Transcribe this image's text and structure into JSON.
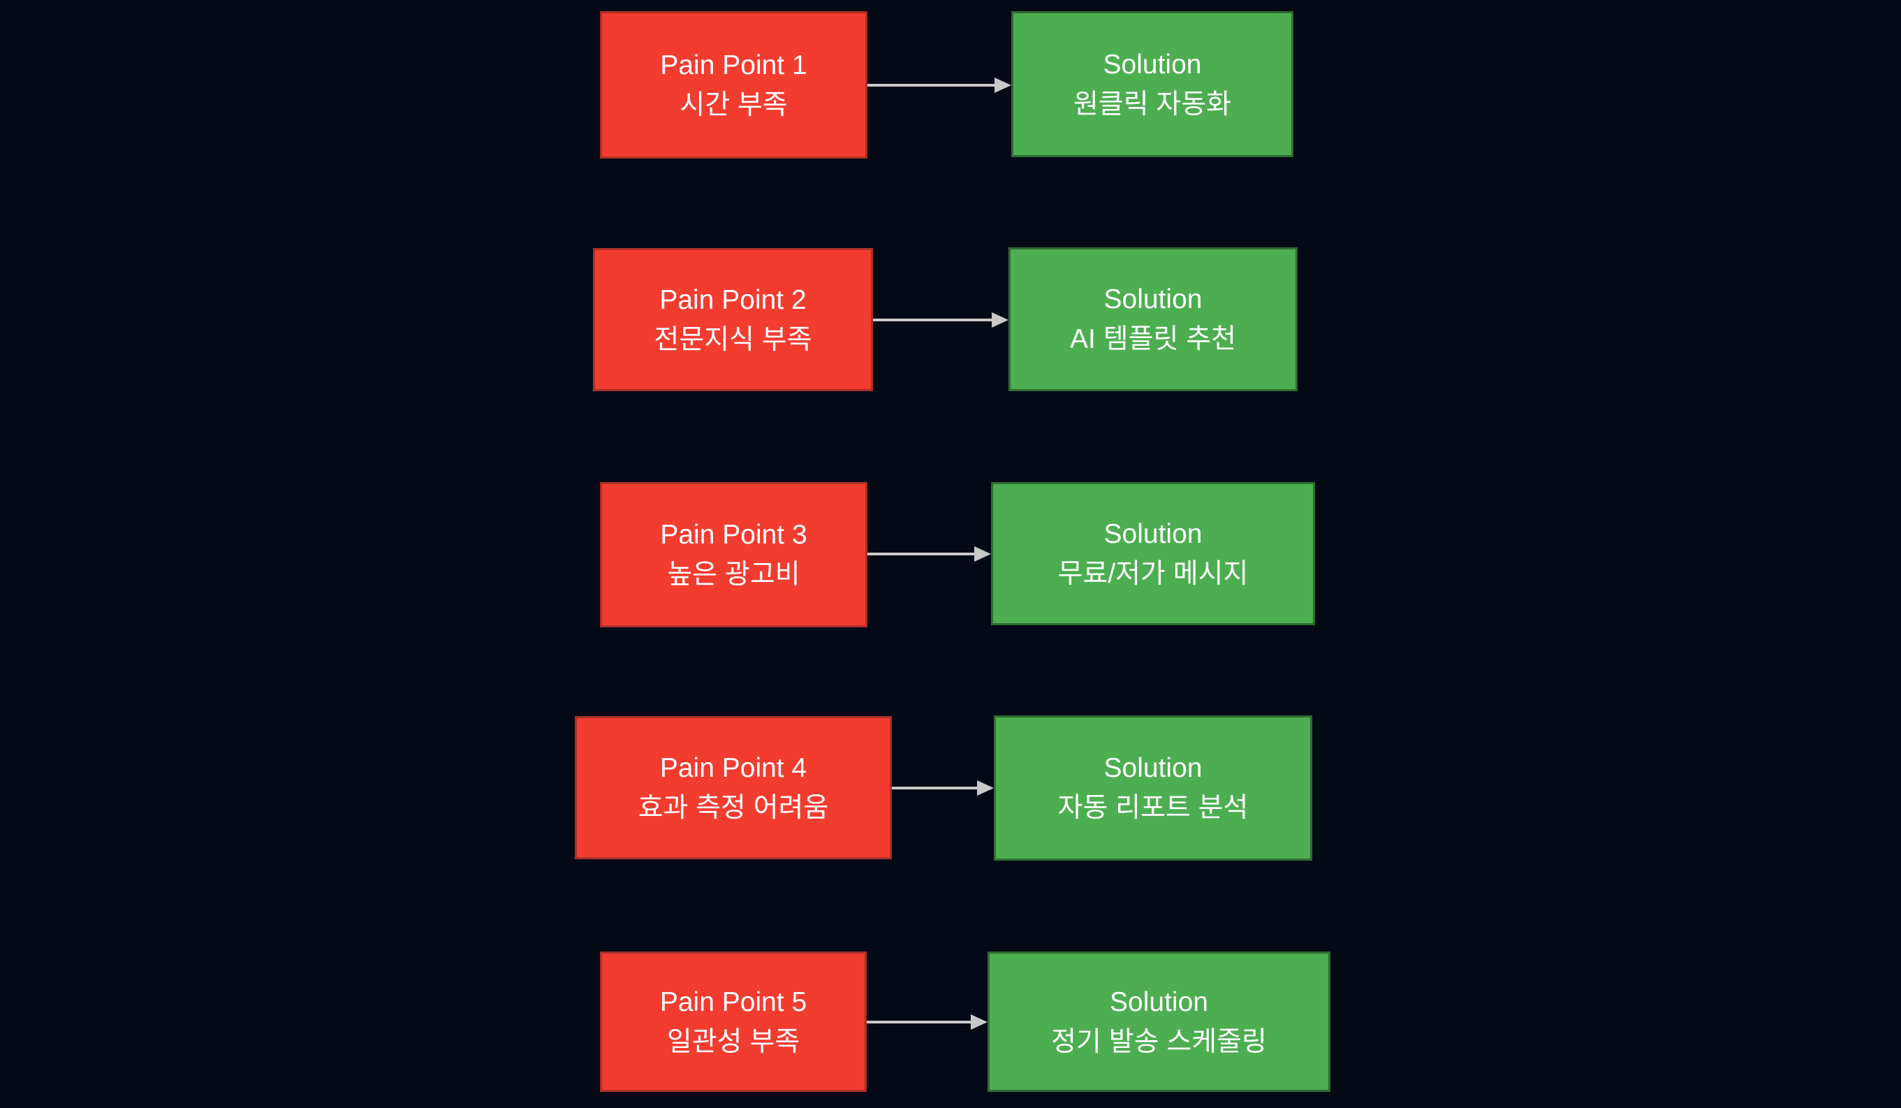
{
  "diagram": {
    "background_color": "#040a15",
    "pain_fill_color": "#f23c30",
    "pain_border_color": "#ab2f28",
    "solution_fill_color": "#4cae50",
    "solution_border_color": "#2f6b33",
    "arrow_color": "#c9c9c9",
    "text_color": "#ffffff",
    "rows": [
      {
        "pain_title": "Pain Point 1",
        "pain_desc": "시간 부족",
        "solution_title": "Solution",
        "solution_desc": "원클릭 자동화"
      },
      {
        "pain_title": "Pain Point 2",
        "pain_desc": "전문지식 부족",
        "solution_title": "Solution",
        "solution_desc": "AI 템플릿 추천"
      },
      {
        "pain_title": "Pain Point 3",
        "pain_desc": "높은 광고비",
        "solution_title": "Solution",
        "solution_desc": "무료/저가 메시지"
      },
      {
        "pain_title": "Pain Point 4",
        "pain_desc": "효과 측정 어려움",
        "solution_title": "Solution",
        "solution_desc": "자동 리포트 분석"
      },
      {
        "pain_title": "Pain Point 5",
        "pain_desc": "일관성 부족",
        "solution_title": "Solution",
        "solution_desc": "정기 발송 스케줄링"
      }
    ]
  }
}
